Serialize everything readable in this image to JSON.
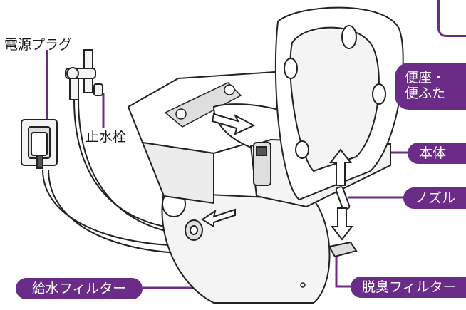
{
  "labels": {
    "power_plug": "電源プラグ",
    "stop_valve": "止水栓",
    "seat_lid_line1": "便座・",
    "seat_lid_line2": "便ふた",
    "body": "本体",
    "nozzle": "ノズル",
    "deodorizer_filter": "脱臭フィルター",
    "water_filter": "給水フィルター"
  },
  "colors": {
    "accent": "#6a2c86",
    "line": "#222222",
    "fill_light": "#f4f4f4",
    "shade": "#dedede"
  }
}
